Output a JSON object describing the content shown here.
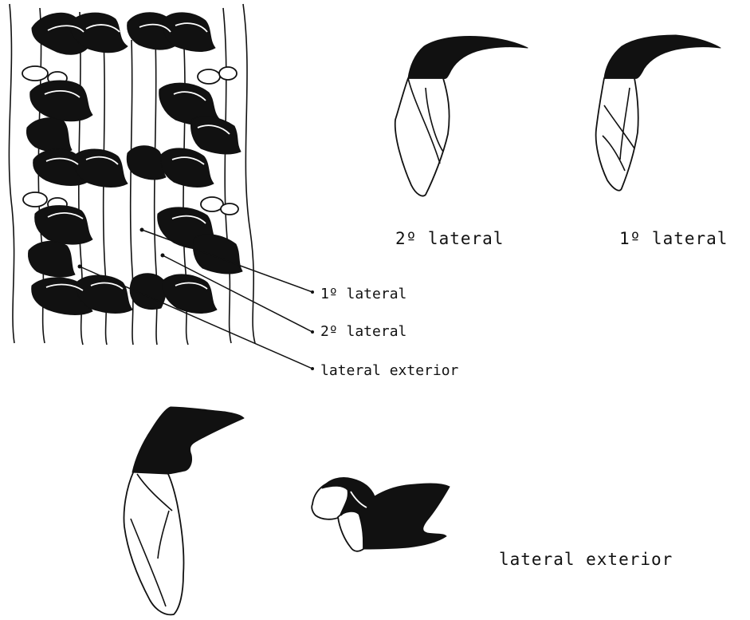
{
  "labels": {
    "panel_2nd_lateral": "2º lateral",
    "panel_1st_lateral": "1º lateral",
    "callout_1st_lateral": "1º lateral",
    "callout_2nd_lateral": "2º lateral",
    "callout_lateral_exterior": "lateral exterior",
    "panel_lateral_exterior": "lateral exterior"
  },
  "colors": {
    "ink": "#111111",
    "paper": "#ffffff"
  }
}
